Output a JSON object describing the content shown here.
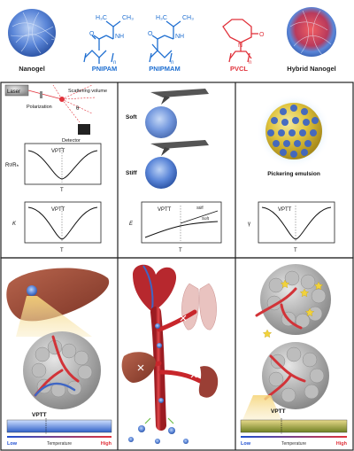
{
  "top_row": {
    "nanogel": "Nanogel",
    "pnipam": "PNIPAM",
    "pnipmam": "PNIPMAM",
    "pvcl": "PVCL",
    "hybrid": "Hybrid Nanogel",
    "h3c": "H₃C",
    "ch3": "CH₃",
    "nh": "NH",
    "o": "O",
    "n": "N",
    "sub_n": "n"
  },
  "panel_scattering": {
    "laser": "Laser",
    "polarization": "Polarization",
    "scattering_volume": "Scattering volume",
    "theta": "θ",
    "detector": "Detector",
    "plot1_label": "VPTT",
    "plot1_ylabel": "Rᵍ/Rₕ",
    "plot1_xlabel": "T",
    "plot2_label": "VPTT",
    "plot2_ylabel": "K",
    "plot2_xlabel": "T"
  },
  "panel_afm": {
    "soft": "Soft",
    "stiff": "Stiff",
    "plot_label": "VPTT",
    "plot_ylabel": "E",
    "plot_xlabel": "T",
    "stiff_curve": "Stiff",
    "soft_curve": "Soft"
  },
  "panel_pickering": {
    "caption": "Pickering emulsion",
    "plot_label": "VPTT",
    "plot_ylabel": "γ",
    "plot_xlabel": "T"
  },
  "bottom_left": {
    "vptt": "VPTT",
    "low": "Low",
    "high": "High",
    "temperature": "Temperature"
  },
  "bottom_right": {
    "vptt": "VPTT",
    "low": "Low",
    "high": "High",
    "temperature": "Temperature"
  },
  "colors": {
    "pnipam_blue": "#1f6fd1",
    "pvcl_red": "#e0323b",
    "nanogel_blue": "#5b86d8",
    "vessel_red": "#c8262b",
    "liver_brown": "#9c4f3a"
  }
}
